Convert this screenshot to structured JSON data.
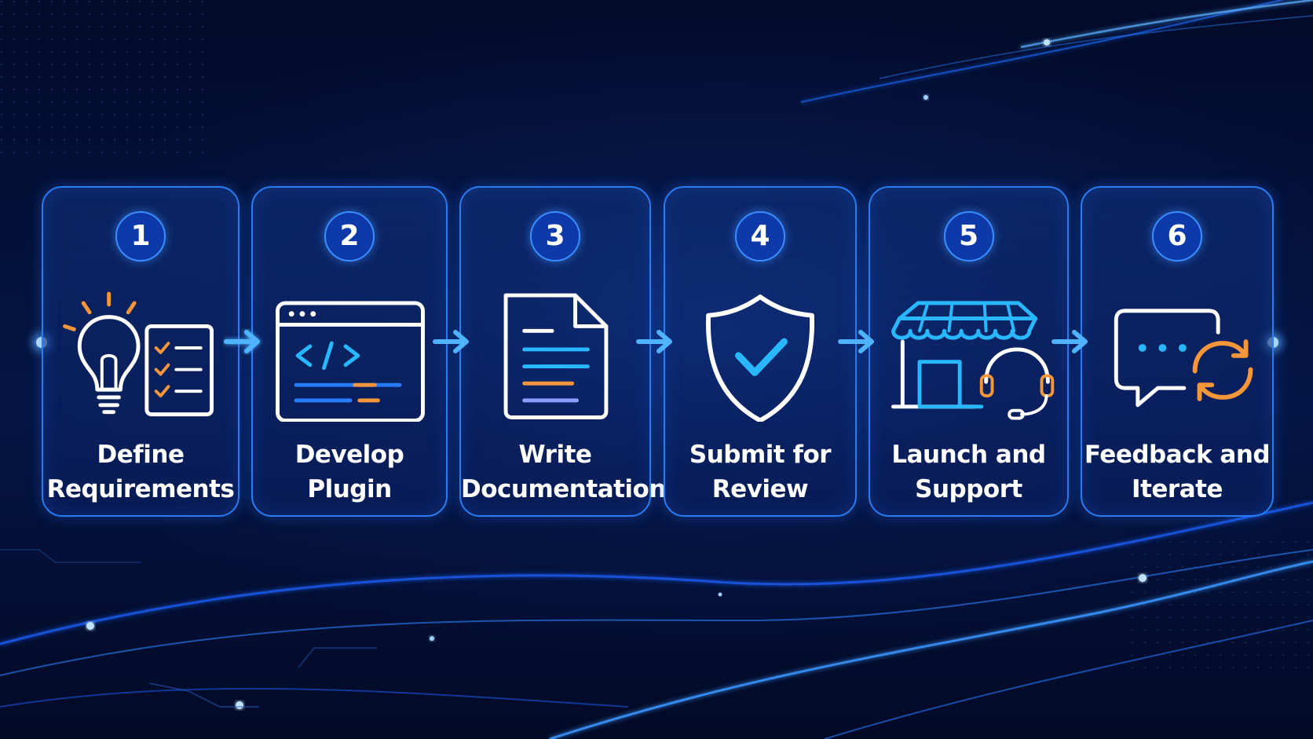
{
  "steps": [
    {
      "number": "1",
      "line1": "Define",
      "line2": "Requirements",
      "icon": "lightbulb-checklist-icon"
    },
    {
      "number": "2",
      "line1": "Develop",
      "line2": "Plugin",
      "icon": "code-window-icon"
    },
    {
      "number": "3",
      "line1": "Write",
      "line2": "Documentation",
      "icon": "document-icon"
    },
    {
      "number": "4",
      "line1": "Submit for",
      "line2": "Review",
      "icon": "shield-check-icon"
    },
    {
      "number": "5",
      "line1": "Launch and",
      "line2": "Support",
      "icon": "store-headset-icon"
    },
    {
      "number": "6",
      "line1": "Feedback and",
      "line2": "Iterate",
      "icon": "chat-refresh-icon"
    }
  ],
  "colors": {
    "background": "#020a24",
    "card_border": "#2a7cf0",
    "badge_fill": "#0d3aa8",
    "icon_white": "#ffffff",
    "accent_cyan": "#29b8ff",
    "accent_orange": "#f5963a",
    "arrow": "#4fb3ff"
  }
}
